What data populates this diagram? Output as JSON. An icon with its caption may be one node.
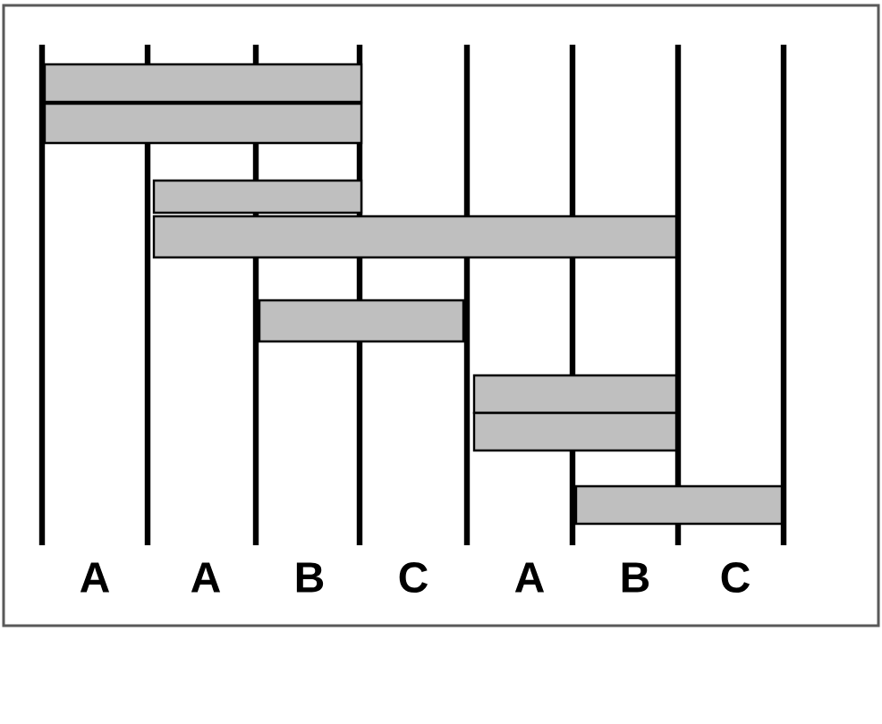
{
  "diagram": {
    "nodes": [
      {
        "text": [],
        "shape": "bar"
      },
      {
        "text": [],
        "shape": "bar"
      },
      {
        "text": [],
        "shape": "bar"
      },
      {
        "text": [],
        "shape": "bar"
      },
      {
        "text": [],
        "shape": "bar"
      },
      {
        "text": [],
        "shape": "bar"
      },
      {
        "text": [],
        "shape": "bar"
      },
      {
        "text": [],
        "shape": "bar"
      }
    ],
    "labels": [
      "A",
      "A",
      "B",
      "C",
      "A",
      "B",
      "C"
    ]
  }
}
